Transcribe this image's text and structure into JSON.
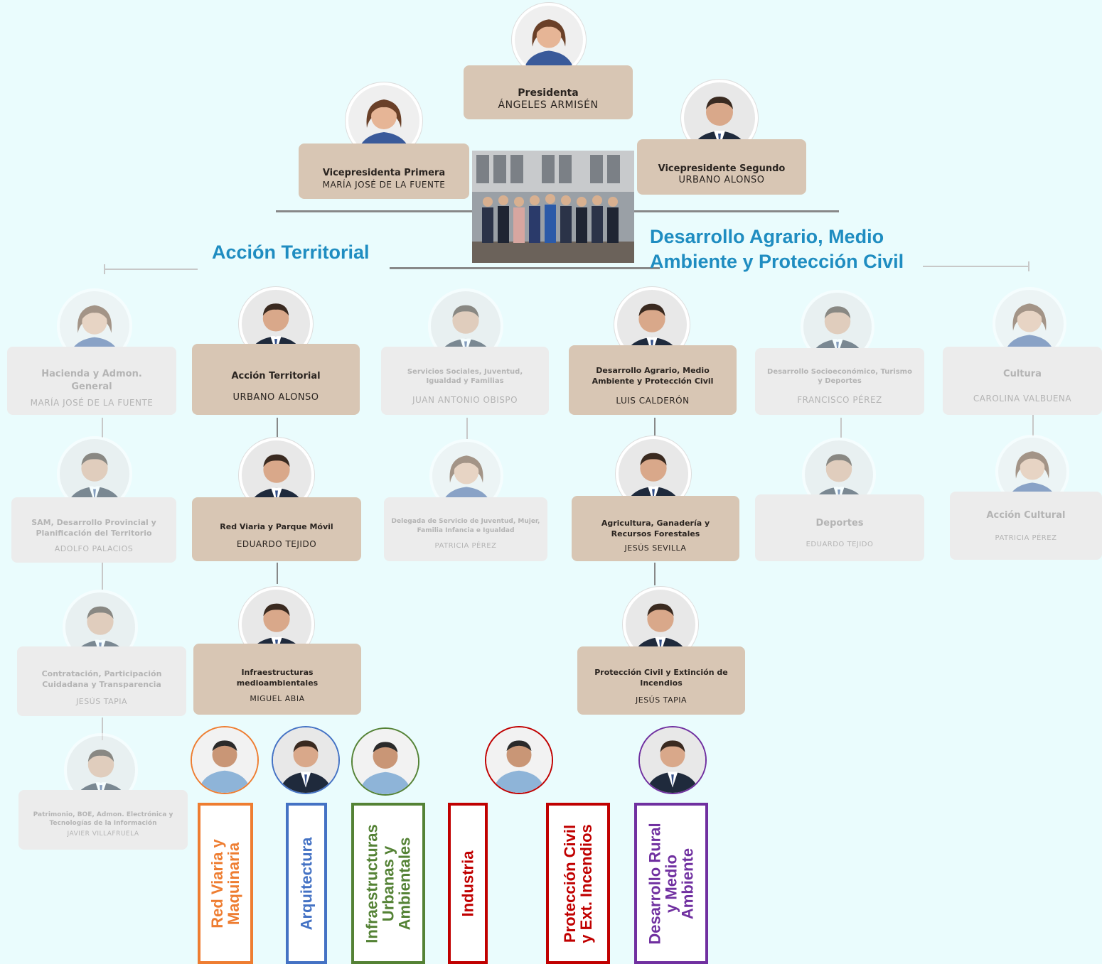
{
  "colors": {
    "background": "#eafcfd",
    "box_active": "#d8c6b4",
    "box_faded": "#ececec",
    "heading": "#1f8dc1"
  },
  "headings": {
    "accion_territorial": "Acción Territorial",
    "desarrollo_agrario_line1": "Desarrollo Agrario, Medio",
    "desarrollo_agrario_line2": "Ambiente y Protección Civil"
  },
  "top": {
    "presidenta": {
      "role": "Presidenta",
      "name": "ÁNGELES ARMISÉN"
    },
    "vp1": {
      "role": "Vicepresidenta Primera",
      "name": "MARÍA JOSÉ DE LA FUENTE"
    },
    "vp2": {
      "role": "Vicepresidente Segundo",
      "name": "URBANO ALONSO"
    }
  },
  "col1": [
    {
      "role": "Hacienda y Admon. General",
      "name": "MARÍA JOSÉ DE LA FUENTE"
    },
    {
      "role": "SAM, Desarrollo Provincial y Planificación del Territorio",
      "name": "ADOLFO PALACIOS"
    },
    {
      "role": "Contratación, Participación Cuidadana y Transparencia",
      "name": "JESÚS TAPIA"
    },
    {
      "role": "Patrimonio, BOE, Admon. Electrónica y Tecnologías de la Información",
      "name": "JAVIER VILLAFRUELA"
    }
  ],
  "col2": [
    {
      "role": "Acción Territorial",
      "name": "URBANO ALONSO"
    },
    {
      "role": "Red Viaria y Parque Móvil",
      "name": "EDUARDO TEJIDO"
    },
    {
      "role": "Infraestructuras medioambientales",
      "name": "MIGUEL ABIA"
    }
  ],
  "col3": [
    {
      "role": "Servicios Sociales, Juventud, Igualdad y Familias",
      "name": "JUAN ANTONIO OBISPO"
    },
    {
      "role": "Delegada de Servicio de Juventud, Mujer, Familia Infancia e Igualdad",
      "name": "PATRICIA PÉREZ"
    }
  ],
  "col4": [
    {
      "role": "Desarrollo Agrario, Medio Ambiente y Protección Civil",
      "name": "LUIS CALDERÓN"
    },
    {
      "role": "Agricultura, Ganadería y Recursos Forestales",
      "name": "JESÚS SEVILLA"
    },
    {
      "role": "Protección Civil y Extinción de Incendios",
      "name": "JESÚS TAPIA"
    }
  ],
  "col5": [
    {
      "role": "Desarrollo Socioeconómico, Turismo y Deportes",
      "name": "FRANCISCO PÉREZ"
    },
    {
      "role": "Deportes",
      "name": "EDUARDO TEJIDO"
    }
  ],
  "col6": [
    {
      "role": "Cultura",
      "name": "CAROLINA VALBUENA"
    },
    {
      "role": "Acción Cultural",
      "name": "PATRICIA PÉREZ"
    }
  ],
  "departments": [
    {
      "label": "Red Viaria y\nMaquinaria",
      "color": "#ee7d31"
    },
    {
      "label": "Arquitectura",
      "color": "#4472c4"
    },
    {
      "label": "Infraestructuras\nUrbanas y\nAmbientales",
      "color": "#548235"
    },
    {
      "label": "Industria",
      "color": "#c00000"
    },
    {
      "label": "Protección Civil\ny Ext. Incendios",
      "color": "#c00000"
    },
    {
      "label": "Desarrollo Rural\ny Medio\nAmbiente",
      "color": "#7030a0"
    }
  ]
}
